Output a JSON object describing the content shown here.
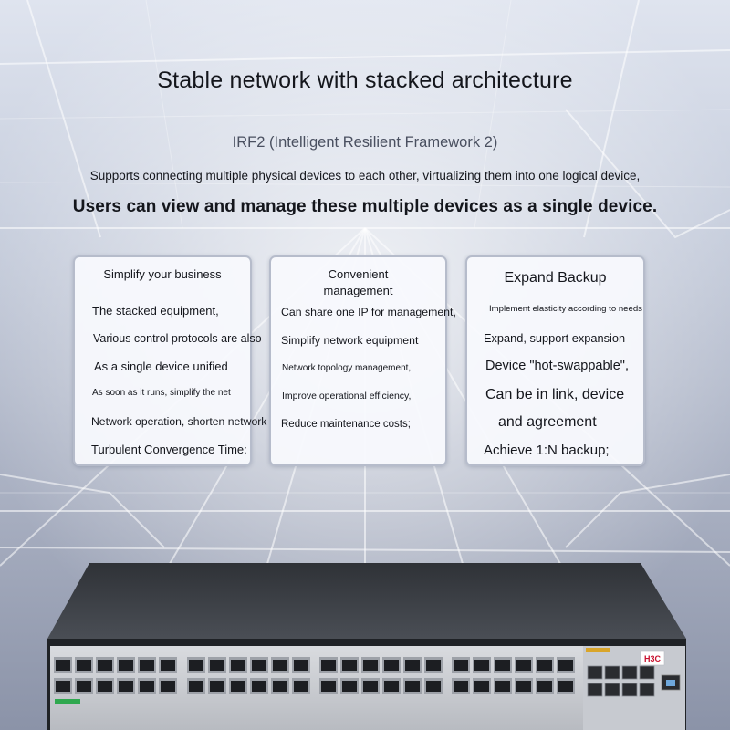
{
  "header": {
    "title": "Stable network with stacked architecture",
    "subtitle": "IRF2 (Intelligent Resilient Framework 2)",
    "description_line1": "Supports connecting multiple physical devices to each other, virtualizing them into one logical device,",
    "description_line2": "Users can view and manage these multiple devices as a single device."
  },
  "cards": [
    {
      "title": "Simplify your business",
      "lines": [
        "The stacked equipment,",
        "Various control protocols are also",
        "As a single device unified",
        "As soon as it runs, simplify the net",
        "Network operation, shorten network",
        "Turbulent Convergence Time:"
      ]
    },
    {
      "title": "Convenient management",
      "lines": [
        "Can share one IP for management,",
        "Simplify network equipment",
        "Network topology management,",
        "Improve operational efficiency,",
        "Reduce maintenance costs;"
      ]
    },
    {
      "title": "Expand Backup",
      "lines": [
        "Implement elasticity according to needs",
        "Expand, support expansion",
        "Device \"hot-swappable\",",
        "Can be in link, device",
        "and agreement",
        "Achieve 1:N backup;"
      ]
    }
  ],
  "product": {
    "brand": "H3C"
  },
  "colors": {
    "background_top": "#c5ccdc",
    "background_bottom": "#8b93a8",
    "card_border": "#b6bccb",
    "text": "#14161c",
    "port_green": "#2fa84f"
  }
}
